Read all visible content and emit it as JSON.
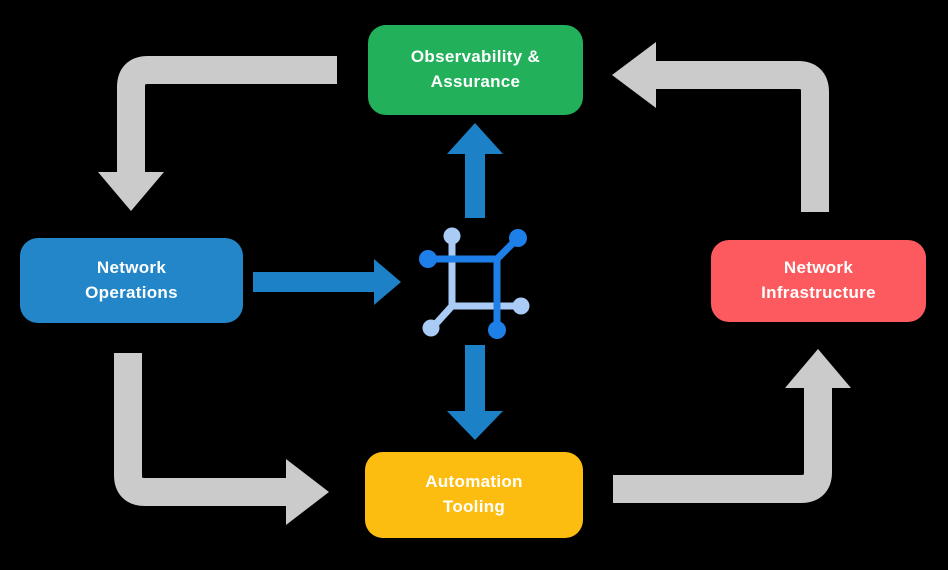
{
  "diagram": {
    "background": "#000000",
    "colors": {
      "cycle_arrow": "#CBCBCB",
      "flow_arrow": "#1D81C8",
      "icon_dark": "#1E7FE8",
      "icon_light": "#A9CBF5"
    },
    "nodes": [
      {
        "id": "observability-assurance",
        "label": "Observability &\nAssurance",
        "color": "#22B05B",
        "text_color": "#FFFFFF"
      },
      {
        "id": "network-operations",
        "label": "Network\nOperations",
        "color": "#2386C8",
        "text_color": "#FFFFFF"
      },
      {
        "id": "network-infrastructure",
        "label": "Network\nInfrastructure",
        "color": "#FC5A5E",
        "text_color": "#FFFFFF"
      },
      {
        "id": "automation-tooling",
        "label": "Automation\nTooling",
        "color": "#FDBD10",
        "text_color": "#FFFFFF"
      }
    ],
    "center_icon": {
      "name": "network-mesh-icon"
    },
    "arrows": [
      {
        "from": "Observability & Assurance",
        "to": "Network Operations",
        "type": "cycle"
      },
      {
        "from": "Network Infrastructure",
        "to": "Observability & Assurance",
        "type": "cycle"
      },
      {
        "from": "Network Operations",
        "to": "Automation Tooling",
        "type": "cycle"
      },
      {
        "from": "Automation Tooling",
        "to": "Network Infrastructure",
        "type": "cycle"
      },
      {
        "from": "Network Operations",
        "to": "center-icon",
        "type": "flow"
      },
      {
        "from": "center-icon",
        "to": "Observability & Assurance",
        "type": "flow"
      },
      {
        "from": "center-icon",
        "to": "Automation Tooling",
        "type": "flow"
      }
    ]
  }
}
